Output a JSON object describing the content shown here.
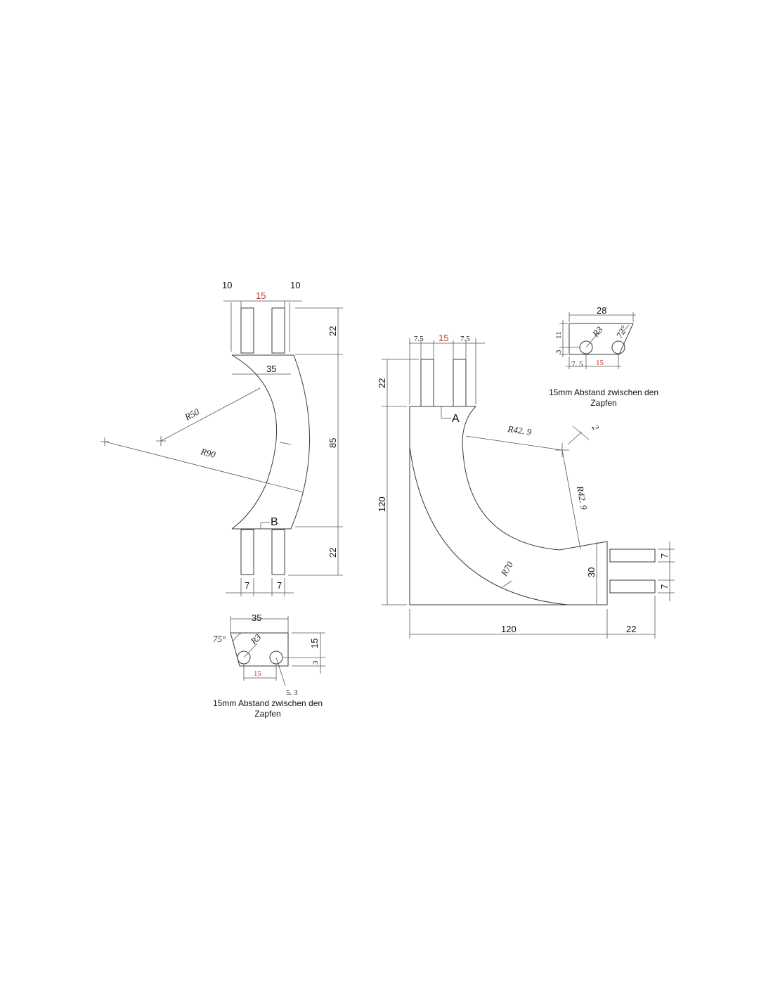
{
  "left_part": {
    "dims": {
      "top_tenon_width_left": "10",
      "top_tenon_gap": "15",
      "top_tenon_width_right": "10",
      "top_tenon_height": "22",
      "body_width": "35",
      "body_height": "85",
      "bottom_tenon_height": "22",
      "bottom_tenon_width_left": "7",
      "bottom_tenon_width_right": "7",
      "radius_inner": "R50",
      "radius_outer": "R90"
    },
    "view_label": "B"
  },
  "left_section": {
    "width": "35",
    "angle": "75°",
    "hole_radius": "R3",
    "height": "15",
    "offset": "3",
    "hole_spacing": "15",
    "hole_offset": "5. 3",
    "note": "15mm Abstand zwischen den Zapfen"
  },
  "right_part": {
    "dims": {
      "top_tenon_left": "7.5",
      "top_tenon_gap": "15",
      "top_tenon_right": "7.5",
      "top_tenon_height": "22",
      "body_height": "120",
      "body_width": "120",
      "end_height": "30",
      "end_tenon_length": "22",
      "end_tenon_width_top": "7",
      "end_tenon_width_bottom": "7",
      "radius_outer_top": "R42. 9",
      "radius_outer_side": "R42. 9",
      "radius_inner": "R70",
      "small_dim": "2"
    },
    "view_label": "A"
  },
  "right_section": {
    "width": "28",
    "height_top": "11",
    "offset": "3",
    "hole_radius": "R3",
    "angle": "72°",
    "hole_offset": "7. 5",
    "hole_spacing": "15",
    "note": "15mm Abstand zwischen den Zapfen"
  }
}
